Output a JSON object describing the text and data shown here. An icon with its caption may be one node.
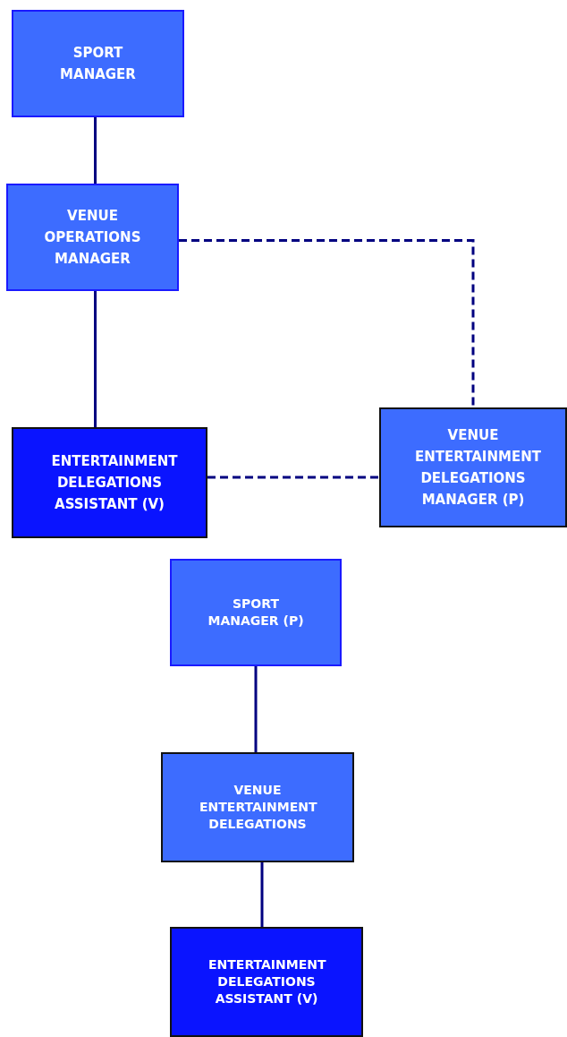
{
  "diagram": {
    "nodes": [
      {
        "text": [
          "SPORT MANAGER"
        ]
      },
      {
        "text": [
          "VENUE OPERATIONS MANAGER"
        ]
      },
      {
        "text": [
          "ENTERTAINMENT DELEGATIONS ASSISTANT (V)"
        ]
      },
      {
        "text": [
          "VENUE ENTERTAINMENT DELEGATIONS MANAGER (P)"
        ]
      },
      {
        "text": [
          "SPORT MANAGER (P)"
        ]
      },
      {
        "text": [
          "VENUE ENTERTAINMENT DELEGATIONS"
        ]
      },
      {
        "text": [
          "ENTERTAINMENT DELEGATIONS ASSISTANT (V)"
        ]
      }
    ],
    "edges": [
      {
        "from": 0,
        "to": 1,
        "arrow": "none"
      },
      {
        "from": 1,
        "to": 2,
        "arrow": "none"
      },
      {
        "from": 1,
        "to": 3,
        "arrow": "none",
        "style": "dashed"
      },
      {
        "from": 2,
        "to": 3,
        "arrow": "none",
        "style": "dashed"
      },
      {
        "from": 4,
        "to": 5,
        "arrow": "none"
      },
      {
        "from": 5,
        "to": 6,
        "arrow": "none"
      }
    ]
  }
}
